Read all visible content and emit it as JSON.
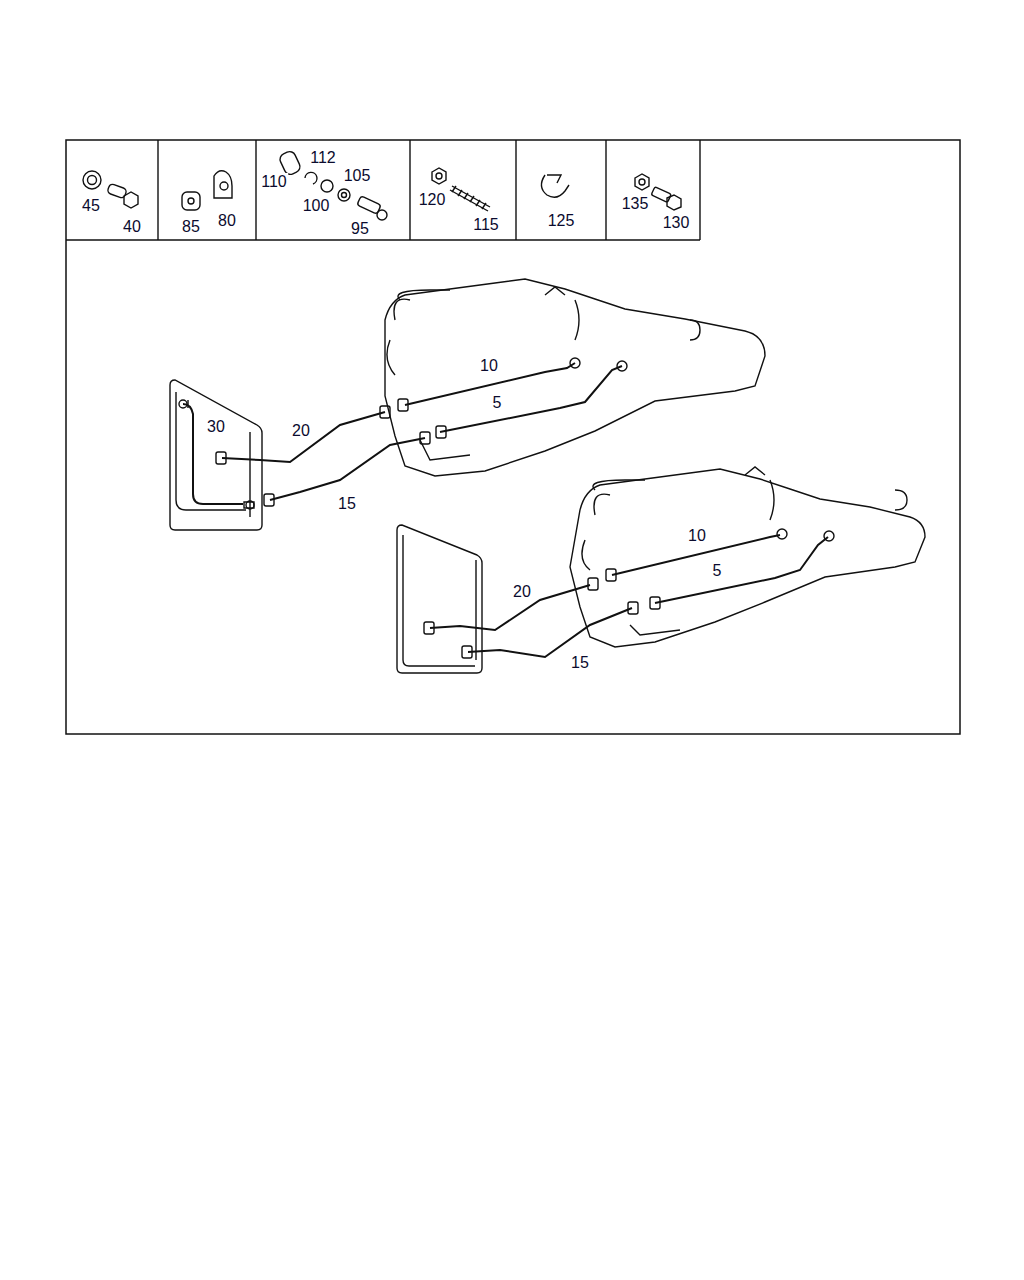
{
  "diagram": {
    "labels": [
      "45",
      "40",
      "85",
      "80",
      "110",
      "112",
      "105",
      "100",
      "95",
      "120",
      "115",
      "125",
      "135",
      "130",
      "10",
      "5",
      "30",
      "20",
      "15",
      "10",
      "5",
      "20",
      "15"
    ]
  }
}
